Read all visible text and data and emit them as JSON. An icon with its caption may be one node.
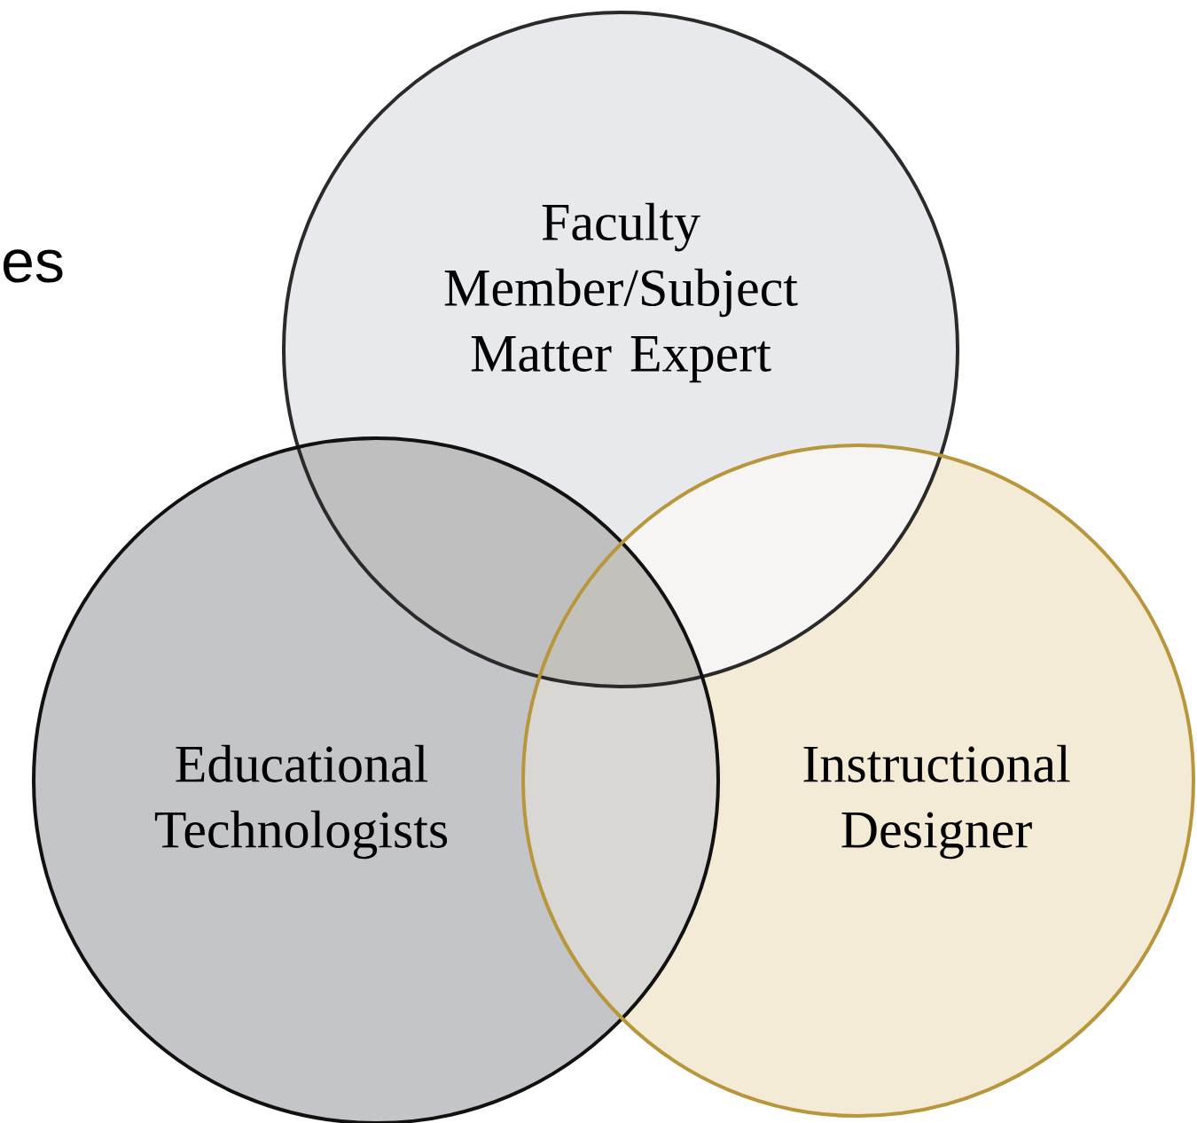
{
  "diagram": {
    "nodes": [
      {
        "text": [
          "Faculty Member/Subject Matter Expert"
        ]
      },
      {
        "text": [
          "Educational Technologists"
        ]
      },
      {
        "text": [
          "Instructional Designer"
        ]
      }
    ],
    "labels": [
      "es"
    ]
  }
}
